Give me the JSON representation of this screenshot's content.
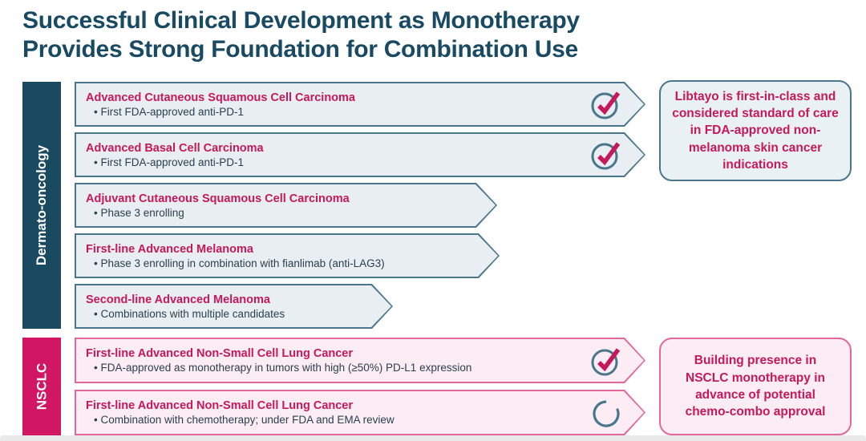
{
  "title": {
    "line1": "Successful Clinical Development as Monotherapy",
    "line2": "Provides Strong Foundation for Combination Use"
  },
  "colors": {
    "title_navy": "#194a63",
    "magenta": "#c5195c",
    "derm_sidebar": "#1a4a5f",
    "nsclc_sidebar": "#d11663",
    "derm_border": "#49768b",
    "derm_fill": "#e8eef1",
    "nsclc_border": "#e2679b",
    "nsclc_fill": "#fcecf3"
  },
  "sections": [
    {
      "label": "Dermato-oncology",
      "items": [
        {
          "title": "Advanced Cutaneous Squamous Cell Carcinoma",
          "bullet": "First FDA-approved anti-PD-1",
          "status": "approved"
        },
        {
          "title": "Advanced Basal Cell Carcinoma",
          "bullet": "First FDA-approved anti-PD-1",
          "status": "approved"
        },
        {
          "title": "Adjuvant Cutaneous Squamous Cell Carcinoma",
          "bullet": "Phase 3 enrolling",
          "status": "none"
        },
        {
          "title": "First-line Advanced Melanoma",
          "bullet": "Phase 3 enrolling in combination with fianlimab (anti-LAG3)",
          "status": "none"
        },
        {
          "title": "Second-line Advanced Melanoma",
          "bullet": "Combinations with multiple candidates",
          "status": "none"
        }
      ],
      "callout": "Libtayo is first-in-class and considered standard of care in FDA-approved non-melanoma skin cancer indications"
    },
    {
      "label": "NSCLC",
      "items": [
        {
          "title": "First-line Advanced Non-Small Cell Lung Cancer",
          "bullet": "FDA-approved as monotherapy in tumors with high (≥50%) PD-L1 expression",
          "status": "approved"
        },
        {
          "title": "First-line Advanced Non-Small Cell Lung Cancer",
          "bullet": "Combination with chemotherapy; under FDA and EMA review",
          "status": "in-progress"
        }
      ],
      "callout": "Building presence in NSCLC monotherapy in advance of potential chemo-combo approval"
    }
  ]
}
